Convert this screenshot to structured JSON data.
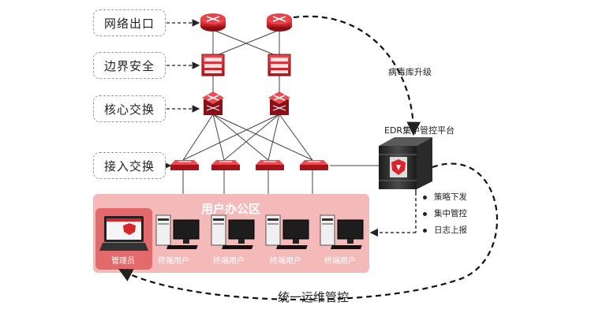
{
  "layers": {
    "internet_exit": "网络出口",
    "border_security": "边界安全",
    "core_switch": "核心交换",
    "access_switch": "接入交换"
  },
  "office": {
    "title": "用户办公区",
    "admin": "管理员",
    "terminals": [
      "终端用户",
      "终端用户",
      "终端用户",
      "终端用户"
    ]
  },
  "edr": {
    "title": "EDR集中管控平台",
    "virus_update": "病毒库升级",
    "features": [
      "策略下发",
      "集中管控",
      "日志上报"
    ]
  },
  "bottom_label": "统一运维管控",
  "colors": {
    "accent_red": "#d7252d",
    "office_bg": "#f4b9b9",
    "admin_bg": "#e36a6a"
  }
}
